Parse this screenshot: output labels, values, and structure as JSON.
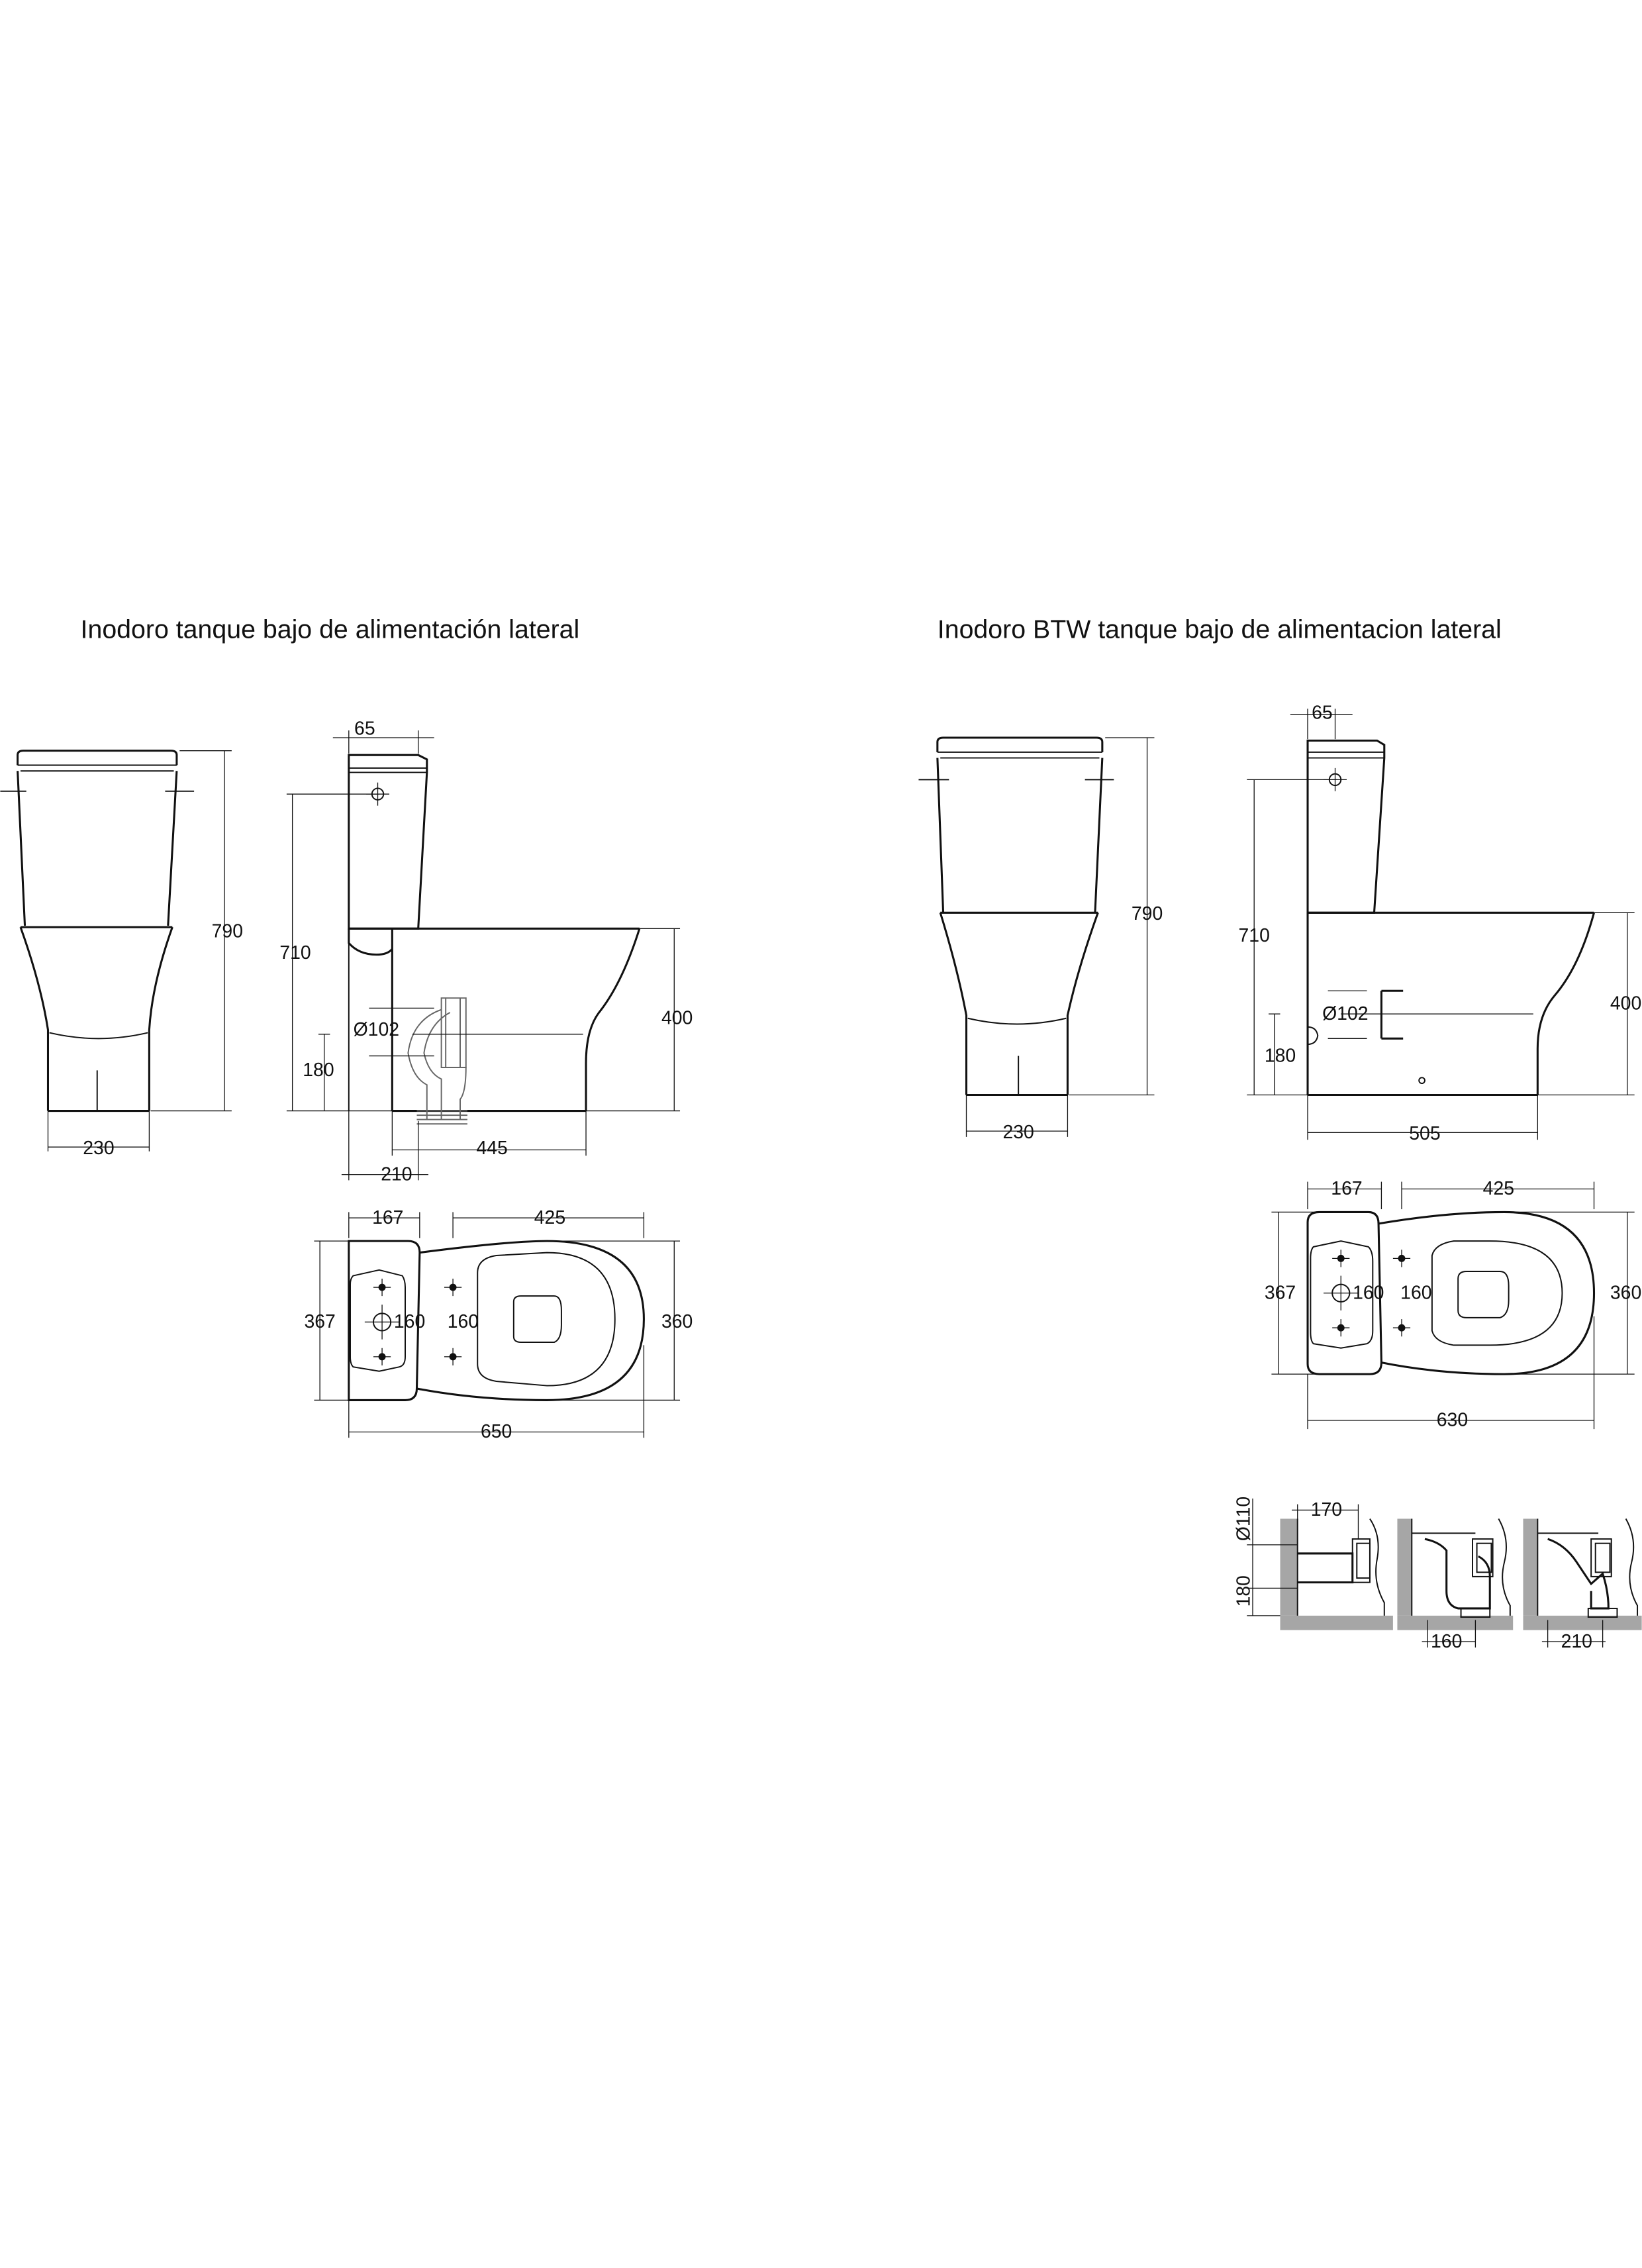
{
  "titles": {
    "left": "Inodoro tanque bajo de alimentación lateral",
    "right": "Inodoro BTW tanque bajo de alimentacion lateral"
  },
  "left": {
    "front": {
      "height": "790",
      "base": "230"
    },
    "side": {
      "tank": "65",
      "height": "710",
      "outlet_dia": "Ø102",
      "outlet_h": "180",
      "bowl_h": "400",
      "back": "210",
      "length": "445"
    },
    "plan": {
      "tank": "167",
      "bowl": "425",
      "width_l": "367",
      "fix_a": "160",
      "fix_b": "160",
      "width_r": "360",
      "total": "650"
    }
  },
  "right": {
    "front": {
      "height": "790",
      "base": "230"
    },
    "side": {
      "tank": "65",
      "height": "710",
      "outlet_dia": "Ø102",
      "outlet_h": "180",
      "bowl_h": "400",
      "length": "505"
    },
    "plan": {
      "tank": "167",
      "bowl": "425",
      "width_l": "367",
      "fix_a": "160",
      "fix_b": "160",
      "width_r": "360",
      "total": "630"
    },
    "install": {
      "dia": "Ø110",
      "offset": "170",
      "height": "180",
      "b": "160",
      "c": "210"
    }
  }
}
